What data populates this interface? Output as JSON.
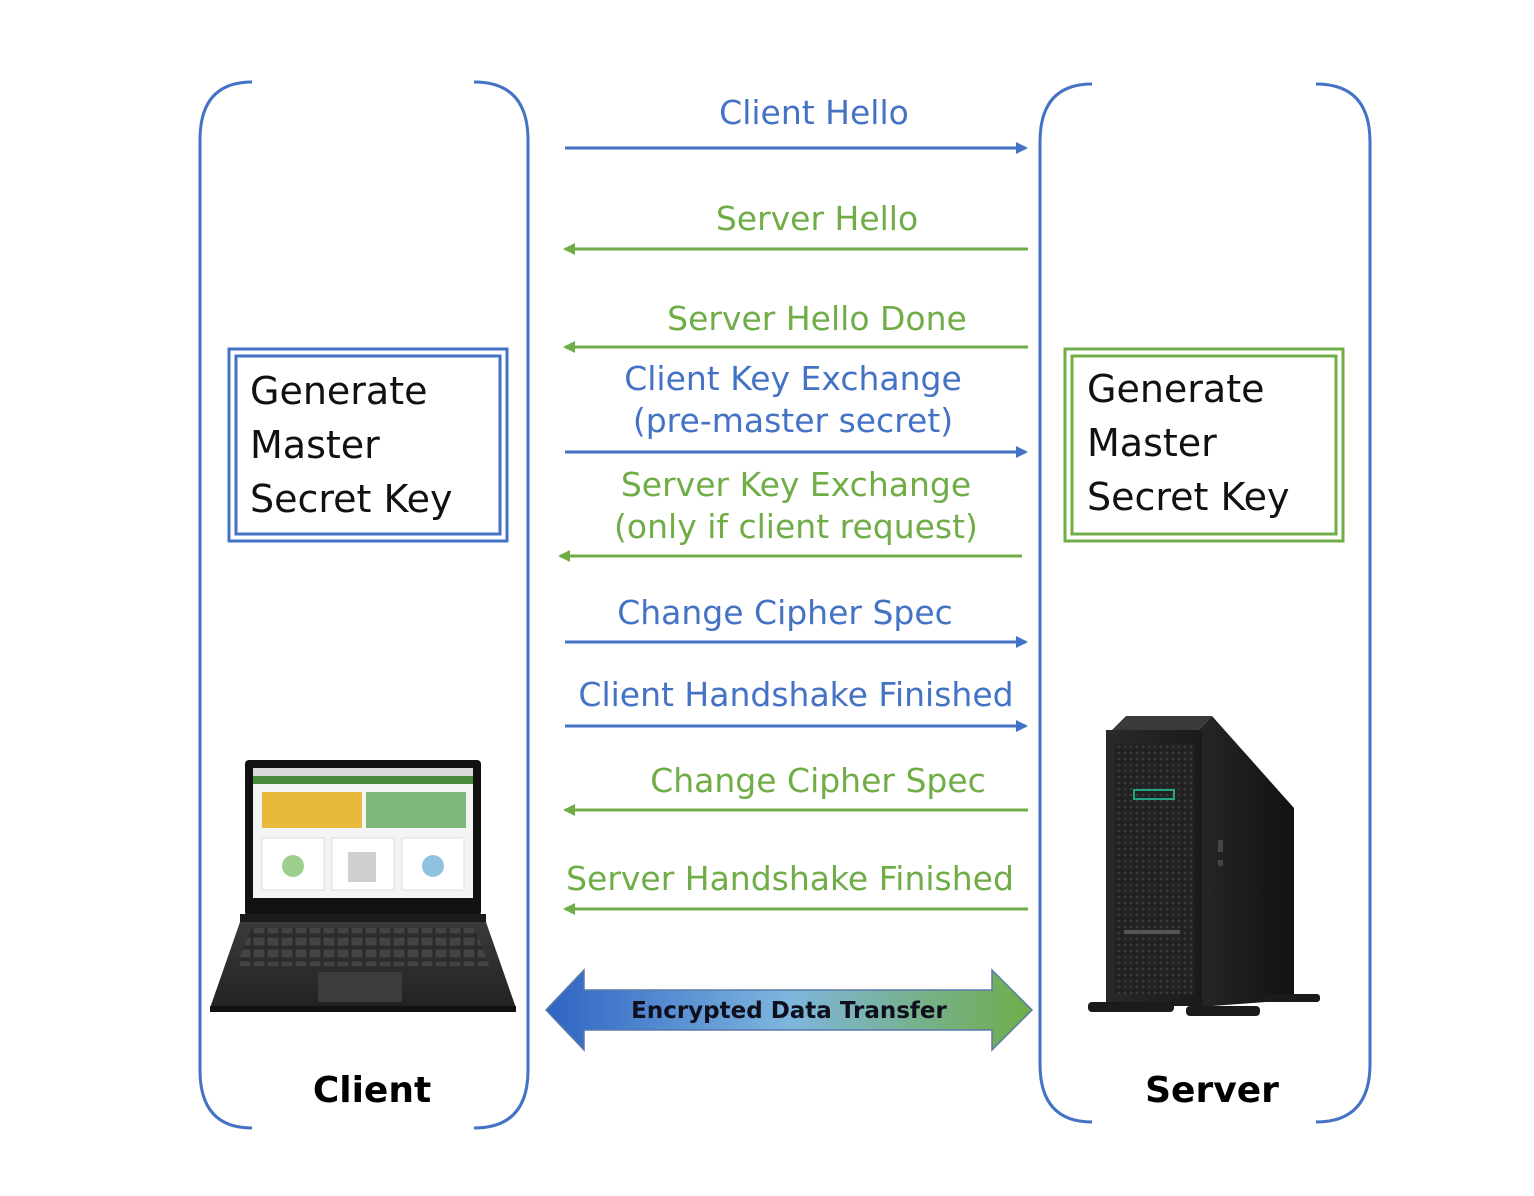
{
  "colors": {
    "client": "#4472C4",
    "server": "#70AD47",
    "text_dark": "#111111"
  },
  "messages": [
    {
      "lines": [
        "Client Hello"
      ],
      "direction": "to-server",
      "color": "#4472C4"
    },
    {
      "lines": [
        "Server Hello"
      ],
      "direction": "to-client",
      "color": "#70AD47"
    },
    {
      "lines": [
        "Server Hello Done"
      ],
      "direction": "to-client",
      "color": "#70AD47"
    },
    {
      "lines": [
        "Client Key Exchange",
        "(pre-master secret)"
      ],
      "direction": "to-server",
      "color": "#4472C4"
    },
    {
      "lines": [
        "Server Key Exchange",
        "(only if client request)"
      ],
      "direction": "to-client",
      "color": "#70AD47"
    },
    {
      "lines": [
        "Change Cipher Spec"
      ],
      "direction": "to-server",
      "color": "#4472C4"
    },
    {
      "lines": [
        "Client Handshake Finished"
      ],
      "direction": "to-server",
      "color": "#4472C4"
    },
    {
      "lines": [
        "Change Cipher Spec"
      ],
      "direction": "to-client",
      "color": "#70AD47"
    },
    {
      "lines": [
        "Server Handshake Finished"
      ],
      "direction": "to-client",
      "color": "#70AD47"
    }
  ],
  "client_box": {
    "lines": [
      "Generate",
      "Master",
      "Secret Key"
    ]
  },
  "server_box": {
    "lines": [
      "Generate",
      "Master",
      "Secret Key"
    ]
  },
  "client_label": "Client",
  "server_label": "Server",
  "banner_label": "Encrypted Data Transfer",
  "icons": {
    "client_device": "laptop-icon",
    "server_device": "tower-server-icon"
  }
}
